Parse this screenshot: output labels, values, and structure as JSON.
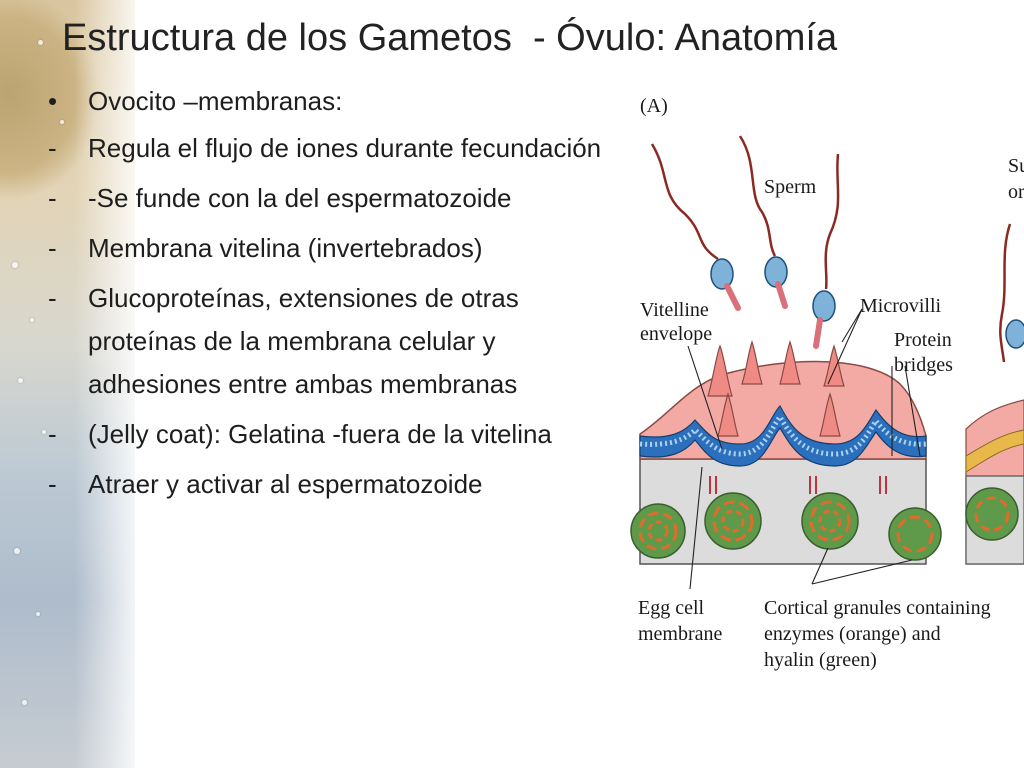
{
  "title": "Estructura de los Gametos  - Óvulo: Anatomía",
  "bullets": [
    {
      "marker": "•",
      "text": "Ovocito –membranas:"
    },
    {
      "marker": "-",
      "text": "Regula el flujo de iones durante fecundación"
    },
    {
      "marker": "-",
      "text": "-Se funde con la del espermatozoide"
    },
    {
      "marker": "-",
      "text": "Membrana vitelina (invertebrados)"
    },
    {
      "marker": "-",
      "text": "Glucoproteínas, extensiones de otras proteínas de la membrana celular y adhesiones entre ambas membranas"
    },
    {
      "marker": "-",
      "text": "(Jelly coat): Gelatina -fuera de la vitelina"
    },
    {
      "marker": "-",
      "text": "Atraer  y activar al espermatozoide"
    }
  ],
  "figure": {
    "panel_label": "(A)",
    "sperm": "Sperm",
    "vitelline_1": "Vitelline",
    "vitelline_2": "envelope",
    "microvilli": "Microvilli",
    "protein_1": "Protein",
    "protein_2": "bridges",
    "egg_1": "Egg cell",
    "egg_2": "membrane",
    "cortical_1": "Cortical granules containing",
    "cortical_2": "enzymes (orange) and",
    "cortical_3": "hyalin (green)",
    "cut_1": "Su",
    "cut_2": "or",
    "colors": {
      "cytoplasm": "#f4aaa4",
      "vitelline_blue": "#2c6fbd",
      "light_blue": "#a9d2ef",
      "granule_green": "#5f9a4a",
      "granule_orange": "#e06b2a",
      "sperm_tail": "#8a2a22"
    }
  }
}
